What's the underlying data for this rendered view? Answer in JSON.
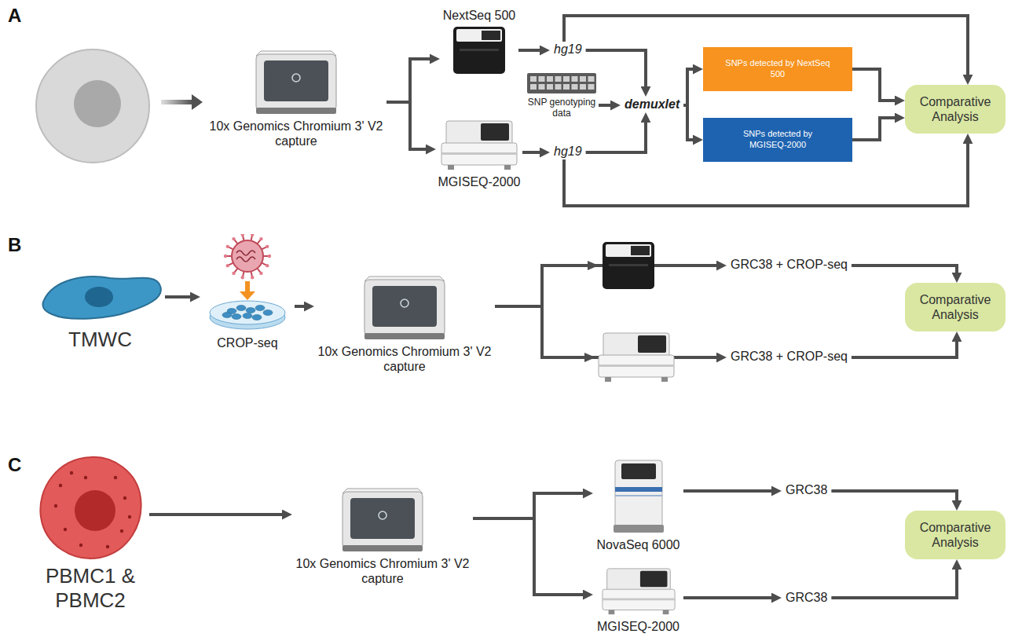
{
  "diagram": {
    "nodes": [
      {
        "text": [
          "10x Genomics Chromium 3' V2 capture"
        ]
      },
      {
        "text": [
          "NextSeq 500"
        ]
      },
      {
        "text": [
          "MGISEQ-2000"
        ]
      },
      {
        "text": [
          "hg19"
        ]
      },
      {
        "text": [
          "hg19"
        ]
      },
      {
        "text": [
          "SNP genotyping data"
        ]
      },
      {
        "text": [
          "demuxlet"
        ]
      },
      {
        "text": [
          "SNPs detected by NextSeq 500"
        ]
      },
      {
        "text": [
          "SNPs detected by MGISEQ-2000"
        ]
      },
      {
        "text": [
          "Comparative Analysis"
        ]
      },
      {
        "text": [
          "TMWC"
        ]
      },
      {
        "text": [
          "CROP-seq"
        ]
      },
      {
        "text": [
          "10x Genomics Chromium 3' V2 capture"
        ]
      },
      {
        "text": [
          "GRC38 + CROP-seq"
        ]
      },
      {
        "text": [
          "GRC38 + CROP-seq"
        ]
      },
      {
        "text": [
          "Comparative Analysis"
        ]
      },
      {
        "text": [
          "PBMC1 & PBMC2"
        ]
      },
      {
        "text": [
          "10x Genomics Chromium 3' V2 capture"
        ]
      },
      {
        "text": [
          "NovaSeq 6000"
        ]
      },
      {
        "text": [
          "MGISEQ-2000"
        ]
      },
      {
        "text": [
          "GRC38"
        ]
      },
      {
        "text": [
          "GRC38"
        ]
      },
      {
        "text": [
          "Comparative Analysis"
        ]
      }
    ],
    "edges": [
      {
        "from": 0,
        "to": 1,
        "arrow": "to"
      },
      {
        "from": 0,
        "to": 2,
        "arrow": "to"
      },
      {
        "from": 1,
        "to": 3,
        "arrow": "to"
      },
      {
        "from": 2,
        "to": 4,
        "arrow": "to"
      },
      {
        "from": 3,
        "to": 6,
        "arrow": "to"
      },
      {
        "from": 4,
        "to": 6,
        "arrow": "to"
      },
      {
        "from": 5,
        "to": 6,
        "arrow": "to"
      },
      {
        "from": 6,
        "to": 7,
        "arrow": "to"
      },
      {
        "from": 6,
        "to": 8,
        "arrow": "to"
      },
      {
        "from": 7,
        "to": 9,
        "arrow": "to"
      },
      {
        "from": 8,
        "to": 9,
        "arrow": "to"
      },
      {
        "from": 3,
        "to": 9,
        "arrow": "to"
      },
      {
        "from": 4,
        "to": 9,
        "arrow": "to"
      },
      {
        "from": 10,
        "to": 11,
        "arrow": "to"
      },
      {
        "from": 11,
        "to": 12,
        "arrow": "to"
      },
      {
        "from": 12,
        "to": 13,
        "arrow": "to"
      },
      {
        "from": 12,
        "to": 14,
        "arrow": "to"
      },
      {
        "from": 13,
        "to": 15,
        "arrow": "to"
      },
      {
        "from": 14,
        "to": 15,
        "arrow": "to"
      },
      {
        "from": 16,
        "to": 17,
        "arrow": "to"
      },
      {
        "from": 17,
        "to": 18,
        "arrow": "to"
      },
      {
        "from": 17,
        "to": 19,
        "arrow": "to"
      },
      {
        "from": 18,
        "to": 20,
        "arrow": "to"
      },
      {
        "from": 19,
        "to": 21,
        "arrow": "to"
      },
      {
        "from": 20,
        "to": 22,
        "arrow": "to"
      },
      {
        "from": 21,
        "to": 22,
        "arrow": "to"
      }
    ],
    "labels": [
      "A",
      "B",
      "C"
    ]
  }
}
